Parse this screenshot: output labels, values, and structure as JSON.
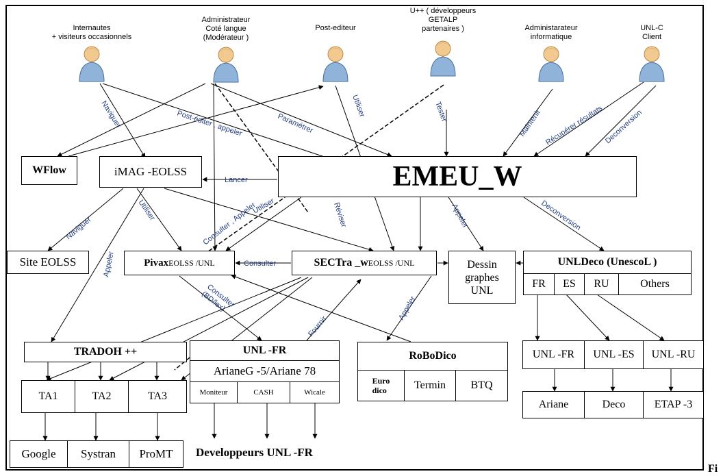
{
  "actors": [
    {
      "id": "internautes",
      "label": "Internautes\n+ visiteurs  occasionnels"
    },
    {
      "id": "admin_langue",
      "label": "Administrateur\nCoté langue\n(Modérateur  )"
    },
    {
      "id": "post_editeur",
      "label": "Post-editeur"
    },
    {
      "id": "uplus",
      "label": "U++ ( développeurs\nGETALP\npartenaires   )"
    },
    {
      "id": "admin_info",
      "label": "Administarateur\ninformatique"
    },
    {
      "id": "unlc",
      "label": "UNL-C\nClient"
    }
  ],
  "edge_labels": {
    "naviguer1": "Naviguer",
    "post_editer": "Post-éditer , appeler",
    "parametrer": "Paramétrer",
    "utiliser1": "Utiliser",
    "tester": "Tester",
    "maintenir": "Maintenir",
    "recuperer": "Récupérer résultats",
    "deconversion1": "Deconversion",
    "lancer": "Lancer",
    "naviguer2": "Naviguer",
    "utiliser2": "Utiliser",
    "consulter_appeler": "Consulter , Appeler",
    "utiliser3": "Utiliser",
    "reviser": "Réviser",
    "appeler1": "Appeler",
    "deconversion2": "Deconversion",
    "consulter1": "Consulter",
    "appeler2": "Appeler",
    "consulter_bd": "Consulter\n(BD/lex)",
    "fournir": "Fournir",
    "appeler3": "Appeler"
  },
  "nodes": {
    "wflow": "WFlow",
    "imag": "iMAG -EOLSS",
    "emeu": "EMEU_W",
    "site_eolss": "Site EOLSS",
    "pivax_bold": "Pivax",
    "pivax_rest": " EOLSS /UNL",
    "sectra_bold": "SECTra _w",
    "sectra_rest": " EOLSS /UNL",
    "dessin": "Dessin\ngraphes\nUNL",
    "unldeco": "UNLDeco  (UnescoL )",
    "unldeco_langs": [
      "FR",
      "ES",
      "RU",
      "Others"
    ],
    "tradoh": "TRADOH ++",
    "ta": [
      "TA1",
      "TA2",
      "TA3"
    ],
    "engines": [
      "Google",
      "Systran",
      "ProMT"
    ],
    "unlfr": "UNL -FR",
    "ariane": "ArianeG -5/Ariane 78",
    "unlfr_tools": [
      "Moniteur",
      "CASH",
      "Wicale"
    ],
    "robodico": "RoBoDico",
    "robodico_parts": [
      "Euro\ndico",
      "Termin",
      "BTQ"
    ],
    "unl_targets": [
      "UNL -FR",
      "UNL -ES",
      "UNL -RU"
    ],
    "generators": [
      "Ariane",
      "Deco",
      "ETAP -3"
    ],
    "dev_unl": "Developpeurs UNL  -FR"
  },
  "figure_label": "Fi",
  "colors": {
    "actor_body": "#8fb3d9",
    "actor_head": "#f2c98e",
    "edge_label": "#243f80"
  }
}
